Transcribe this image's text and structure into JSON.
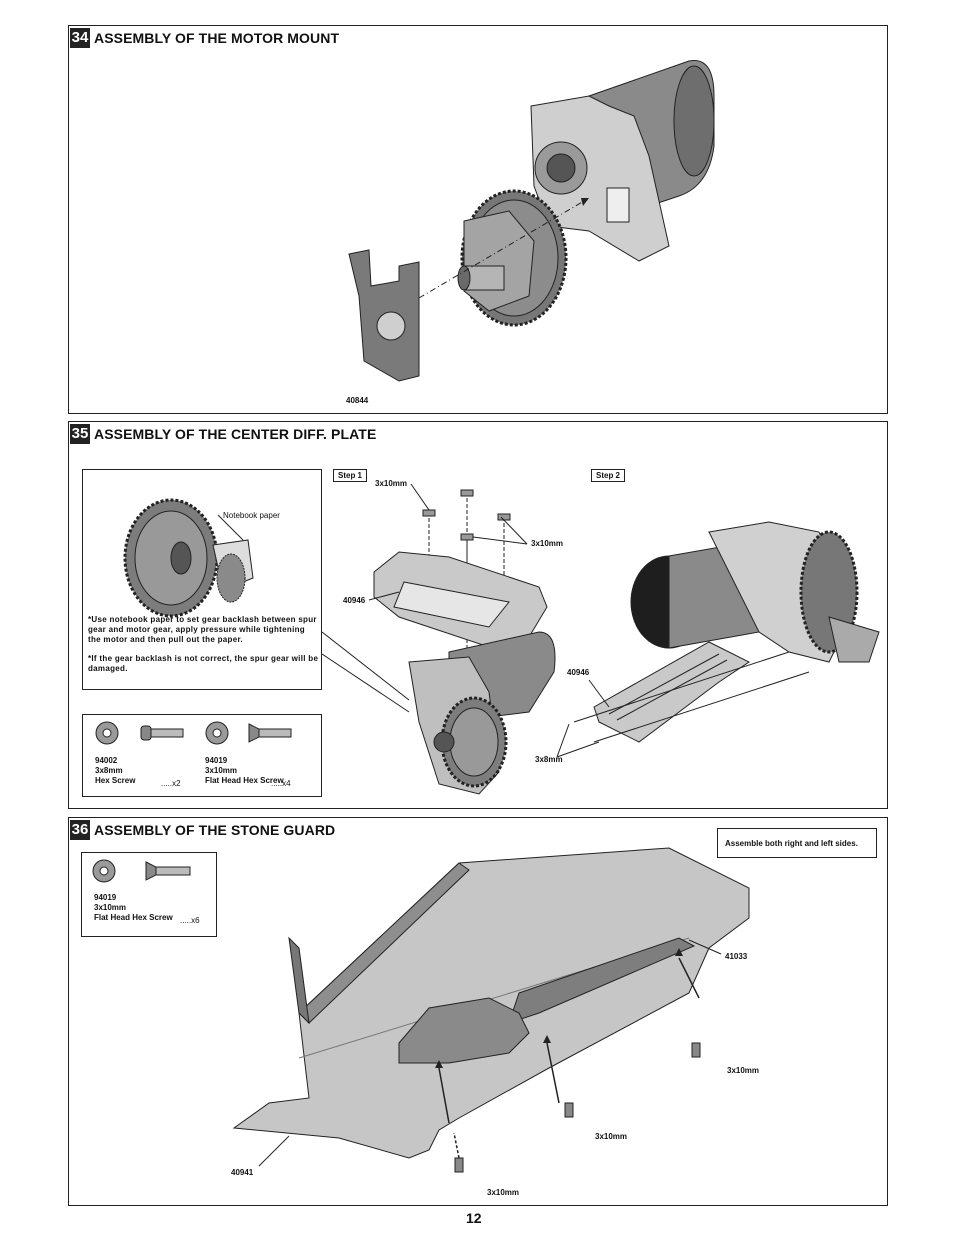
{
  "page_number": "12",
  "steps": [
    {
      "number": "34",
      "title": "ASSEMBLY OF THE MOTOR MOUNT",
      "labels": {
        "plate_part": "40844"
      }
    },
    {
      "number": "35",
      "title": "ASSEMBLY OF THE CENTER DIFF. PLATE",
      "notebook_label": "Notebook paper",
      "notes": [
        "*Use notebook paper to set gear backlash between spur gear and motor gear, apply pressure while tightening the motor and then pull out the paper.",
        "*If the gear backlash is not correct, the spur gear will be damaged."
      ],
      "parts": [
        {
          "code": "94002",
          "size": "3x8mm",
          "name": "Hex Screw",
          "qty": ".....x2"
        },
        {
          "code": "94019",
          "size": "3x10mm",
          "name": "Flat Head Hex Screw",
          "qty": ".....x4"
        }
      ],
      "step1_tag": "Step 1",
      "step2_tag": "Step 2",
      "labels": {
        "screw_a": "3x10mm",
        "screw_b": "3x10mm",
        "plate_a": "40946",
        "plate_b": "40946",
        "screw_c": "3x8mm"
      }
    },
    {
      "number": "36",
      "title": "ASSEMBLY OF THE STONE GUARD",
      "note_box": "Assemble both right and left sides.",
      "parts": [
        {
          "code": "94019",
          "size": "3x10mm",
          "name": "Flat Head Hex Screw",
          "qty": ".....x6"
        }
      ],
      "labels": {
        "guard_part": "41033",
        "chassis_part": "40941",
        "screw_a": "3x10mm",
        "screw_b": "3x10mm",
        "screw_c": "3x10mm"
      }
    }
  ]
}
